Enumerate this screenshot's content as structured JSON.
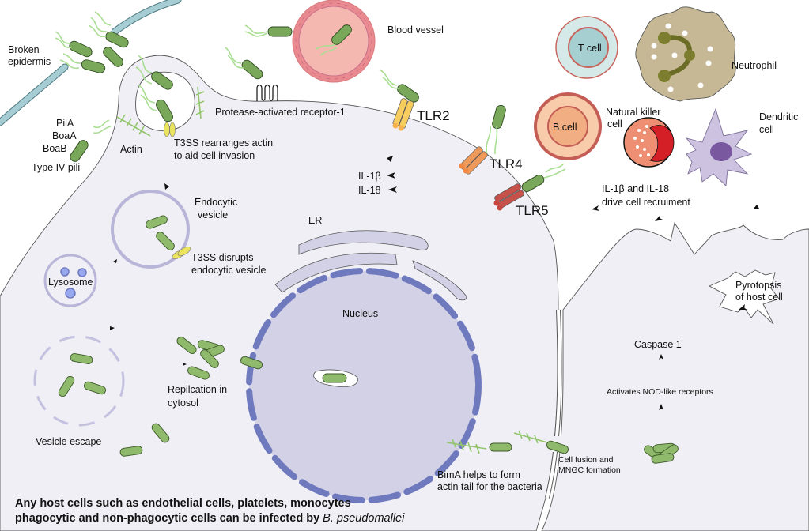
{
  "title": "Burkholderia pseudomallei host cell infection",
  "labels": {
    "broken_epidermis": [
      "Broken",
      "epidermis"
    ],
    "blood_vessel": "Blood vessel",
    "par1": "Protease-activated receptor-1",
    "pili": [
      "PilA",
      "BoaA",
      "BoaB",
      "Type IV pili"
    ],
    "actin": "Actin",
    "t3ss_invasion": [
      "T3SS rearranges actin",
      "to aid cell invasion"
    ],
    "tlr2": "TLR2",
    "tlr4": "TLR4",
    "tlr5": "TLR5",
    "il1b": "IL-1β",
    "il18": "IL-18",
    "endocytic_vesicle": [
      "Endocytic",
      "vesicle"
    ],
    "t3ss_disrupt": [
      "T3SS disrupts",
      "endocytic vesicle"
    ],
    "lysosome": "Lysosome",
    "er": "ER",
    "nucleus": "Nucleus",
    "vesicle_escape": "Vesicle escape",
    "replication": [
      "Repilcation in",
      "cytosol"
    ],
    "bima": [
      "BimA helps to form",
      "actin tail for the bacteria"
    ],
    "cell_fusion": [
      "Cell fusion and",
      "MNGC formation"
    ],
    "nod": "Activates NOD-like receptors",
    "caspase": "Caspase 1",
    "pyroptosis": [
      "Pyrotopsis",
      "of host cell"
    ],
    "recruitment": [
      "IL-1β and IL-18",
      "drive cell recruiment"
    ],
    "t_cell": "T cell",
    "b_cell": "B cell",
    "nk_cell": [
      "Natural killer",
      "cell"
    ],
    "neutrophil": "Neutrophil",
    "dendritic": [
      "Dendritic",
      "cell"
    ],
    "footer_line1": "Any host cells such as endothelial cells, platelets, monocytes",
    "footer_line2_prefix": "phagocytic and non-phagocytic cells can be infected by ",
    "footer_species": "B. pseudomallei"
  },
  "colors": {
    "cell_fill": "#efeff5",
    "nucleus_fill": "#d3d1e6",
    "nucleus_border": "#6f79bd",
    "bacterium": "#8fb96b",
    "pili": "#a9de93",
    "tlr2": "#f6cd5e",
    "tlr4": "#ef9a5a",
    "tlr5": "#c6514a",
    "t3ss": "#eae35d",
    "epidermis": "#a6cdd3",
    "blood_vessel": "#f5b8b0"
  }
}
